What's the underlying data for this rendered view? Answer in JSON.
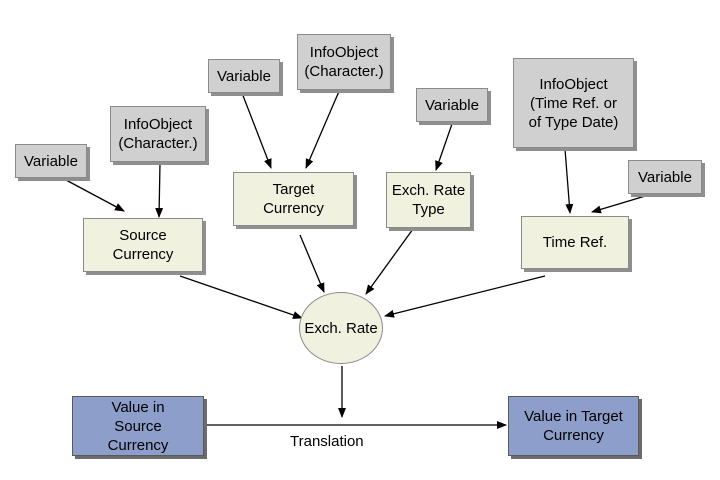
{
  "nodes": {
    "variable_source": "Variable",
    "infoobject_source": "InfoObject\n(Character.)",
    "variable_target": "Variable",
    "infoobject_target": "InfoObject\n(Character.)",
    "variable_rate_type": "Variable",
    "infoobject_time": "InfoObject\n(Time Ref. or\nof Type Date)",
    "variable_time": "Variable",
    "source_currency": "Source\nCurrency",
    "target_currency": "Target\nCurrency",
    "exch_rate_type": "Exch. Rate\nType",
    "time_ref": "Time Ref.",
    "exch_rate": "Exch. Rate",
    "value_source": "Value in\nSource\nCurrency",
    "value_target": "Value in Target\nCurrency"
  },
  "edge_label": "Translation",
  "colors": {
    "gray": "#d0d0d0",
    "cream": "#f1f1df",
    "blue": "#8d9ecb",
    "arrow": "#000000"
  }
}
